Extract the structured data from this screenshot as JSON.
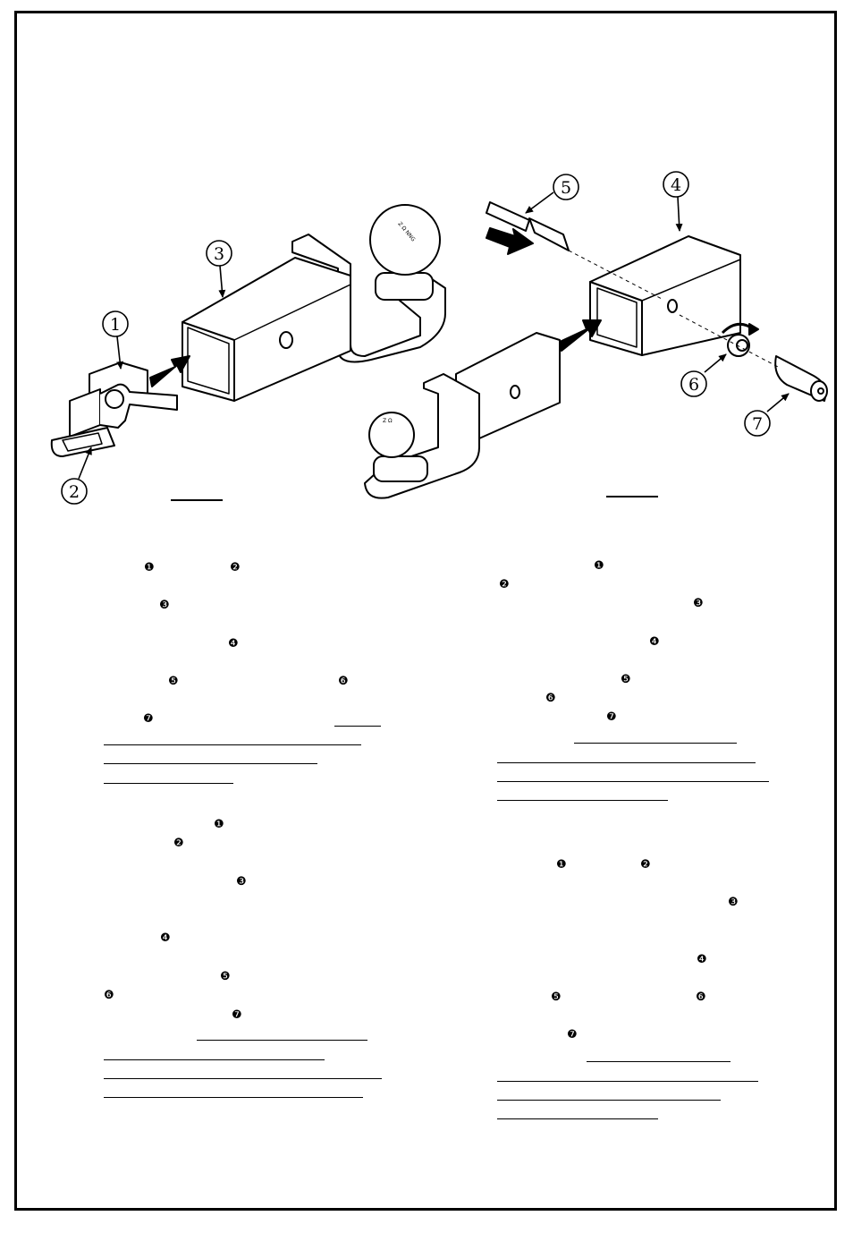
{
  "figure": {
    "callouts": [
      "1",
      "2",
      "3",
      "4",
      "5",
      "6",
      "7"
    ]
  },
  "steps": {
    "marks": [
      "❶",
      "❷",
      "❸",
      "❹",
      "❺",
      "❻",
      "❼"
    ]
  }
}
